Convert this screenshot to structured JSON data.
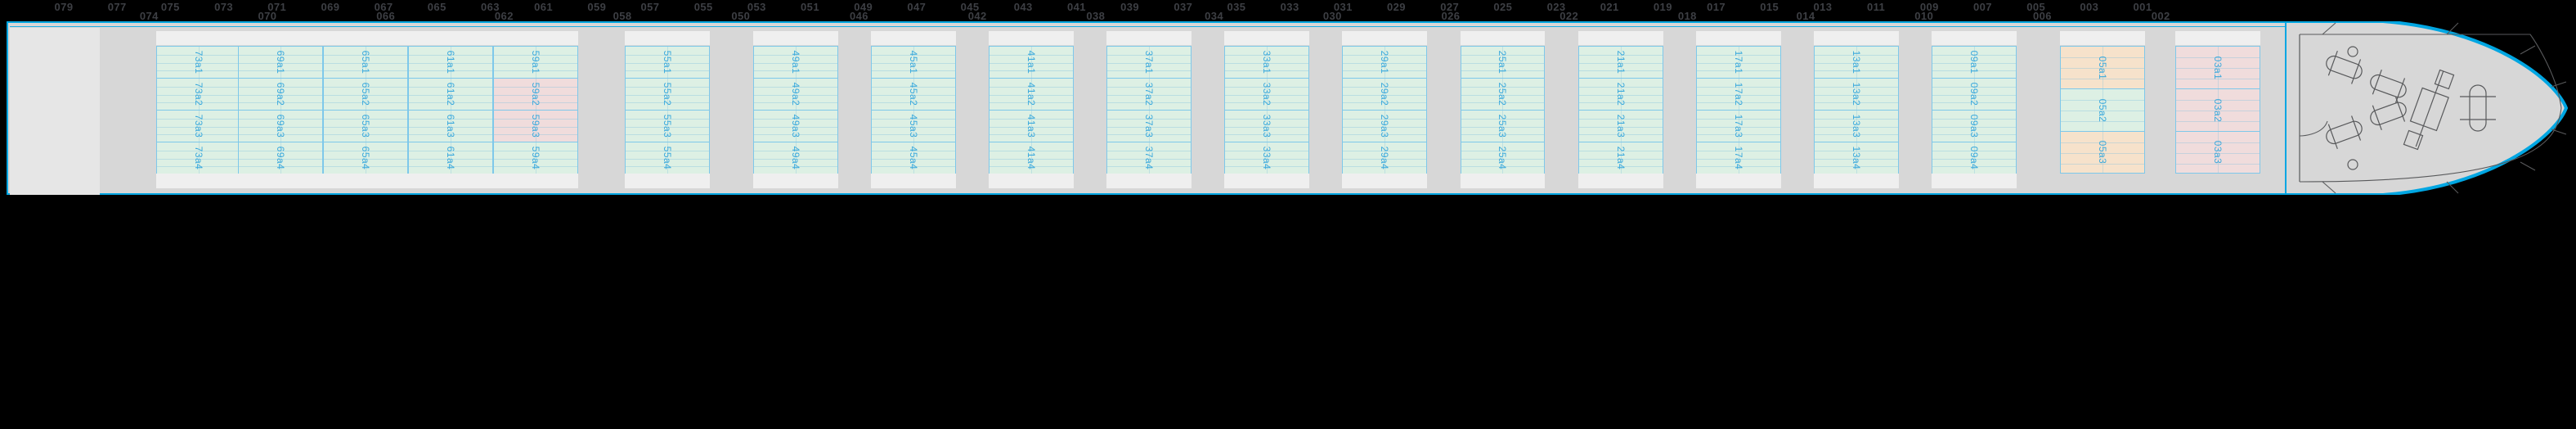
{
  "view": {
    "title": "Container Vessel Bay Profile Stowage Plan",
    "orientation": "profile",
    "background": "#000000",
    "hull_color": "#d7d7d7",
    "hull_outline": "#00a6e2",
    "label_color": "#3aa9dd",
    "colors": {
      "green": "#ddf0e4",
      "pink": "#f0dcdc",
      "tan": "#f6e2cb",
      "empty": "#efefef"
    }
  },
  "ruler": {
    "odd_bays": [
      "079",
      "077",
      "075",
      "073",
      "071",
      "069",
      "067",
      "065",
      "063",
      "061",
      "059",
      "057",
      "055",
      "053",
      "051",
      "049",
      "047",
      "045",
      "043",
      "041",
      "039",
      "037",
      "035",
      "033",
      "031",
      "029",
      "027",
      "025",
      "023",
      "021",
      "019",
      "017",
      "015",
      "013",
      "011",
      "009",
      "007",
      "005",
      "003",
      "001"
    ],
    "even_bays": [
      "074",
      "070",
      "066",
      "062",
      "058",
      "050",
      "046",
      "042",
      "038",
      "034",
      "030",
      "026",
      "022",
      "018",
      "014",
      "010",
      "006",
      "002"
    ]
  },
  "bays": [
    {
      "name": "073",
      "color": "green",
      "cells": [
        "73a1",
        "73a2",
        "73a3",
        "73a4"
      ]
    },
    {
      "name": "069",
      "color": "green",
      "cells": [
        "69a1",
        "69a2",
        "69a3",
        "69a4"
      ]
    },
    {
      "name": "065",
      "color": "green",
      "cells": [
        "65a1",
        "65a2",
        "65a3",
        "65a4"
      ]
    },
    {
      "name": "061",
      "color": "green",
      "cells": [
        "61a1",
        "61a2",
        "61a3",
        "61a4"
      ]
    },
    {
      "name": "059",
      "color": "mixed",
      "cells": [
        "59a1",
        "59a2",
        "59a3",
        "59a4"
      ],
      "cell_colors": [
        "green",
        "pink",
        "pink",
        "green"
      ]
    },
    {
      "name": "055",
      "color": "green",
      "cells": [
        "55a1",
        "55a2",
        "55a3",
        "55a4"
      ]
    },
    {
      "name": "049",
      "color": "green",
      "cells": [
        "49a1",
        "49a2",
        "49a3",
        "49a4"
      ]
    },
    {
      "name": "045",
      "color": "green",
      "cells": [
        "45a1",
        "45a2",
        "45a3",
        "45a4"
      ]
    },
    {
      "name": "041",
      "color": "green",
      "cells": [
        "41a1",
        "41a2",
        "41a3",
        "41a4"
      ]
    },
    {
      "name": "037",
      "color": "green",
      "cells": [
        "37a1",
        "37a2",
        "37a3",
        "37a4"
      ]
    },
    {
      "name": "033",
      "color": "green",
      "cells": [
        "33a1",
        "33a2",
        "33a3",
        "33a4"
      ]
    },
    {
      "name": "029",
      "color": "green",
      "cells": [
        "29a1",
        "29a2",
        "29a3",
        "29a4"
      ]
    },
    {
      "name": "025",
      "color": "green",
      "cells": [
        "25a1",
        "25a2",
        "25a3",
        "25a4"
      ]
    },
    {
      "name": "021",
      "color": "green",
      "cells": [
        "21a1",
        "21a2",
        "21a3",
        "21a4"
      ]
    },
    {
      "name": "017",
      "color": "green",
      "cells": [
        "17a1",
        "17a2",
        "17a3",
        "17a4"
      ]
    },
    {
      "name": "013",
      "color": "green",
      "cells": [
        "13a1",
        "13a2",
        "13a3",
        "13a4"
      ]
    },
    {
      "name": "009",
      "color": "green",
      "cells": [
        "09a1",
        "09a2",
        "09a3",
        "09a4"
      ]
    },
    {
      "name": "005",
      "color": "mixed",
      "cells": [
        "05a1",
        "05a2",
        "05a3"
      ],
      "cell_colors": [
        "tan",
        "green",
        "tan"
      ]
    },
    {
      "name": "003",
      "color": "pink",
      "cells": [
        "03a1",
        "03a2",
        "03a3"
      ]
    }
  ],
  "bow": {
    "label": "bow-deck-equipment",
    "features": [
      "winch",
      "winch",
      "hatch-port",
      "bollard",
      "mooring-fairlead",
      "anchor-windlass",
      "anchor-windlass",
      "capstan"
    ]
  }
}
